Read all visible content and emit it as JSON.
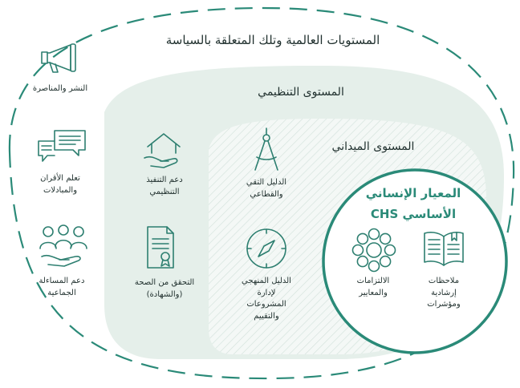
{
  "outer": {
    "title": "المستويات العالمية وتلك المتعلقة بالسياسة"
  },
  "organizational": {
    "title": "المستوى التنظيمي"
  },
  "field": {
    "title": "المستوى الميداني"
  },
  "chs": {
    "title_line1": "المعيار الإنساني",
    "title_line2": "الأساسي CHS",
    "items": [
      {
        "label": "الالتزامات\nوالمعايير",
        "icon": "flower-circle-icon"
      },
      {
        "label": "ملاحظات\nإرشادية\nومؤشرات",
        "icon": "open-book-icon"
      }
    ]
  },
  "global_items": [
    {
      "label": "النشر والمناصرة",
      "icon": "megaphone-icon"
    },
    {
      "label": "تعلم الأقران\nوالمبادلات",
      "icon": "speech-bubbles-icon"
    },
    {
      "label": "دعم المساءلة\nالجماعية",
      "icon": "people-group-icon"
    }
  ],
  "org_items": [
    {
      "label": "دعم التنفيذ\nالتنظيمي",
      "icon": "house-hand-icon"
    },
    {
      "label": "التحقق من الصحة\n(والشهادة)",
      "icon": "certificate-icon"
    }
  ],
  "field_items": [
    {
      "label": "الدليل التقي\nوالقطاعي",
      "icon": "compass-tool-icon"
    },
    {
      "label": "الدليل المنهجي\nلإدارة\nالمشروعات\nوالتقييم",
      "icon": "compass-icon"
    }
  ],
  "colors": {
    "teal": "#2a8a78",
    "icon_stroke": "#2d7f70",
    "org_fill": "#e5efea",
    "field_fill": "#f4f8f6",
    "hatch": "#d3e2dc",
    "dash": "#2a8a78",
    "text": "#1f2f2d"
  }
}
